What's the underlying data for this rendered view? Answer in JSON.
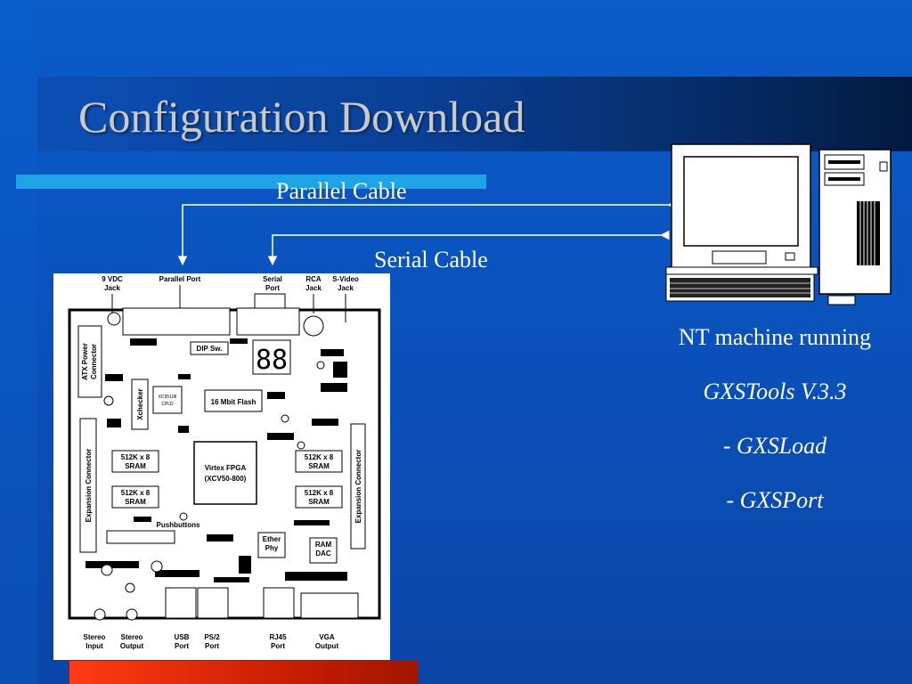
{
  "slide": {
    "title": "Configuration Download"
  },
  "cables": {
    "parallel": "Parallel Cable",
    "serial": "Serial Cable"
  },
  "computer": {
    "line1": "NT machine running",
    "line2": "GXSTools V.3.3",
    "line3_prefix": "- ",
    "line3": "GXSLoad",
    "line4_prefix": "- ",
    "line4": "GXSPort"
  },
  "board": {
    "top_labels": {
      "vdc_1": "9 VDC",
      "vdc_2": "Jack",
      "parallel": "Parallel Port",
      "serial_1": "Serial",
      "serial_2": "Port",
      "rca_1": "RCA",
      "rca_2": "Jack",
      "svideo_1": "S-Video",
      "svideo_2": "Jack"
    },
    "bottom_labels": {
      "stereo_in_1": "Stereo",
      "stereo_in_2": "Input",
      "stereo_out_1": "Stereo",
      "stereo_out_2": "Output",
      "usb_1": "USB",
      "usb_2": "Port",
      "ps2_1": "PS/2",
      "ps2_2": "Port",
      "rj45_1": "RJ45",
      "rj45_2": "Port",
      "vga_1": "VGA",
      "vga_2": "Output"
    },
    "components": {
      "dip": "DIP Sw.",
      "atx_1": "ATX Power",
      "atx_2": "Connector",
      "xchecker": "Xchecker",
      "cpld_1": "XC95108",
      "cpld_2": "CPLD",
      "flash": "16 Mbit Flash",
      "sram_1": "512K x 8",
      "sram_2": "SRAM",
      "fpga_1": "Virtex FPGA",
      "fpga_2": "(XCV50-800)",
      "expansion": "Expansion Connector",
      "pushbuttons": "Pushbuttons",
      "ether_1": "Ether",
      "ether_2": "Phy",
      "ramdac_1": "RAM",
      "ramdac_2": "DAC",
      "seven_seg": "88"
    }
  },
  "colors": {
    "background": "#0a52bd",
    "title_text": "#c9c9c9",
    "accent_rule": "#1ea4e6",
    "bottom_rule": "#ff3b14",
    "arrow": "#ffffff"
  }
}
